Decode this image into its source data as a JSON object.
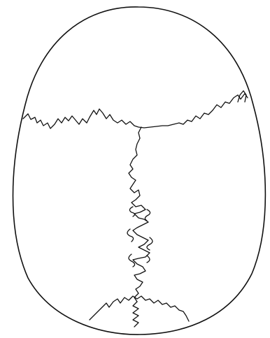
{
  "figure": {
    "colors": {
      "background": "#ffffff",
      "ink": "#111111"
    },
    "parts": [
      "skull-outline",
      "coronal-suture",
      "sagittal-suture",
      "lambdoid-suture"
    ]
  }
}
